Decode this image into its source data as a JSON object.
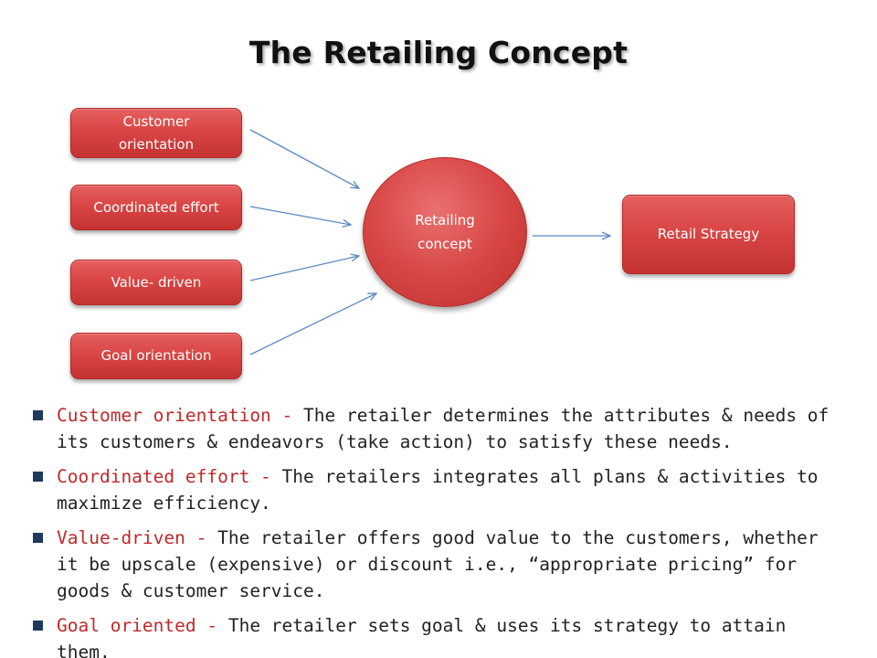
{
  "title": "The Retailing Concept",
  "diagram": {
    "inputs": [
      "Customer orientation",
      "Coordinated effort",
      "Value- driven",
      "Goal orientation"
    ],
    "center": "Retailing concept",
    "output": "Retail Strategy"
  },
  "bullets": [
    {
      "term": "Customer orientation -",
      "text": " The retailer determines the attributes & needs of its customers & endeavors (take action) to satisfy these needs."
    },
    {
      "term": "Coordinated effort -",
      "text": " The retailers integrates all plans & activities to maximize efficiency."
    },
    {
      "term": "Value-driven -",
      "text": " The retailer offers good value to the customers, whether it be upscale (expensive) or discount i.e.,  “appropriate pricing” for goods & customer service."
    },
    {
      "term": "Goal oriented -",
      "text": " The retailer sets goal & uses its strategy to attain them."
    }
  ],
  "colors": {
    "box_fill": "#d94645",
    "term_text": "#c0282a",
    "arrow": "#5b87c0",
    "bullet_marker": "#1f3a5f"
  }
}
